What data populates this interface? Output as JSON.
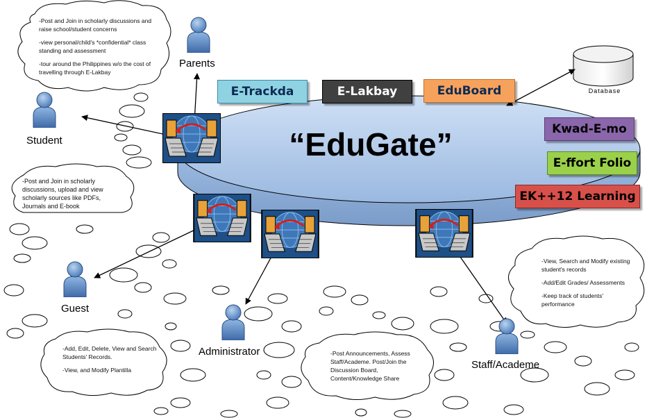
{
  "diagram": {
    "center_label": "“EduGate”",
    "modules": [
      {
        "id": "etrackda",
        "label": "E-Trackda",
        "color": "#8fd3e3"
      },
      {
        "id": "elakbay",
        "label": "E-Lakbay",
        "color": "#404040"
      },
      {
        "id": "eduboard",
        "label": "EduBoard",
        "color": "#f7a25c"
      },
      {
        "id": "kwad",
        "label": "Kwad-E-mo",
        "color": "#8a66aa"
      },
      {
        "id": "effort",
        "label": "E-ffort Folio",
        "color": "#9bd04a"
      },
      {
        "id": "ek12",
        "label": "EK++12 Learning",
        "color": "#d8504a"
      }
    ],
    "database_label": "Database",
    "actors": {
      "parents": "Parents",
      "student": "Student",
      "guest": "Guest",
      "administrator": "Administrator",
      "staff": "Staff/Academe"
    },
    "clouds": {
      "parents": [
        "-Post and Join in scholarly discussions and raise school/student concerns",
        "-view personal/child's *confidential* class standing and assessment",
        "-tour around the Philippines w/o the cost of travelling through E-Lakbay"
      ],
      "student": [
        "-Post and Join in scholarly discussions, upload and view scholarly sources like PDFs, Journals and E-book"
      ],
      "staff": [
        "-View, Search and Modify existing student's records",
        "-Add/Edit Grades/ Assessments",
        "-Keep track of students' performance"
      ],
      "admin": [
        "-Add, Edit, Delete, View and Search Students' Records.",
        "-View, and Modify Plantilla"
      ],
      "center": [
        "-Post Announcements, Assess Staff/Academe. Post/Join the Discussion Board, Content/Knowledge Share"
      ]
    }
  }
}
